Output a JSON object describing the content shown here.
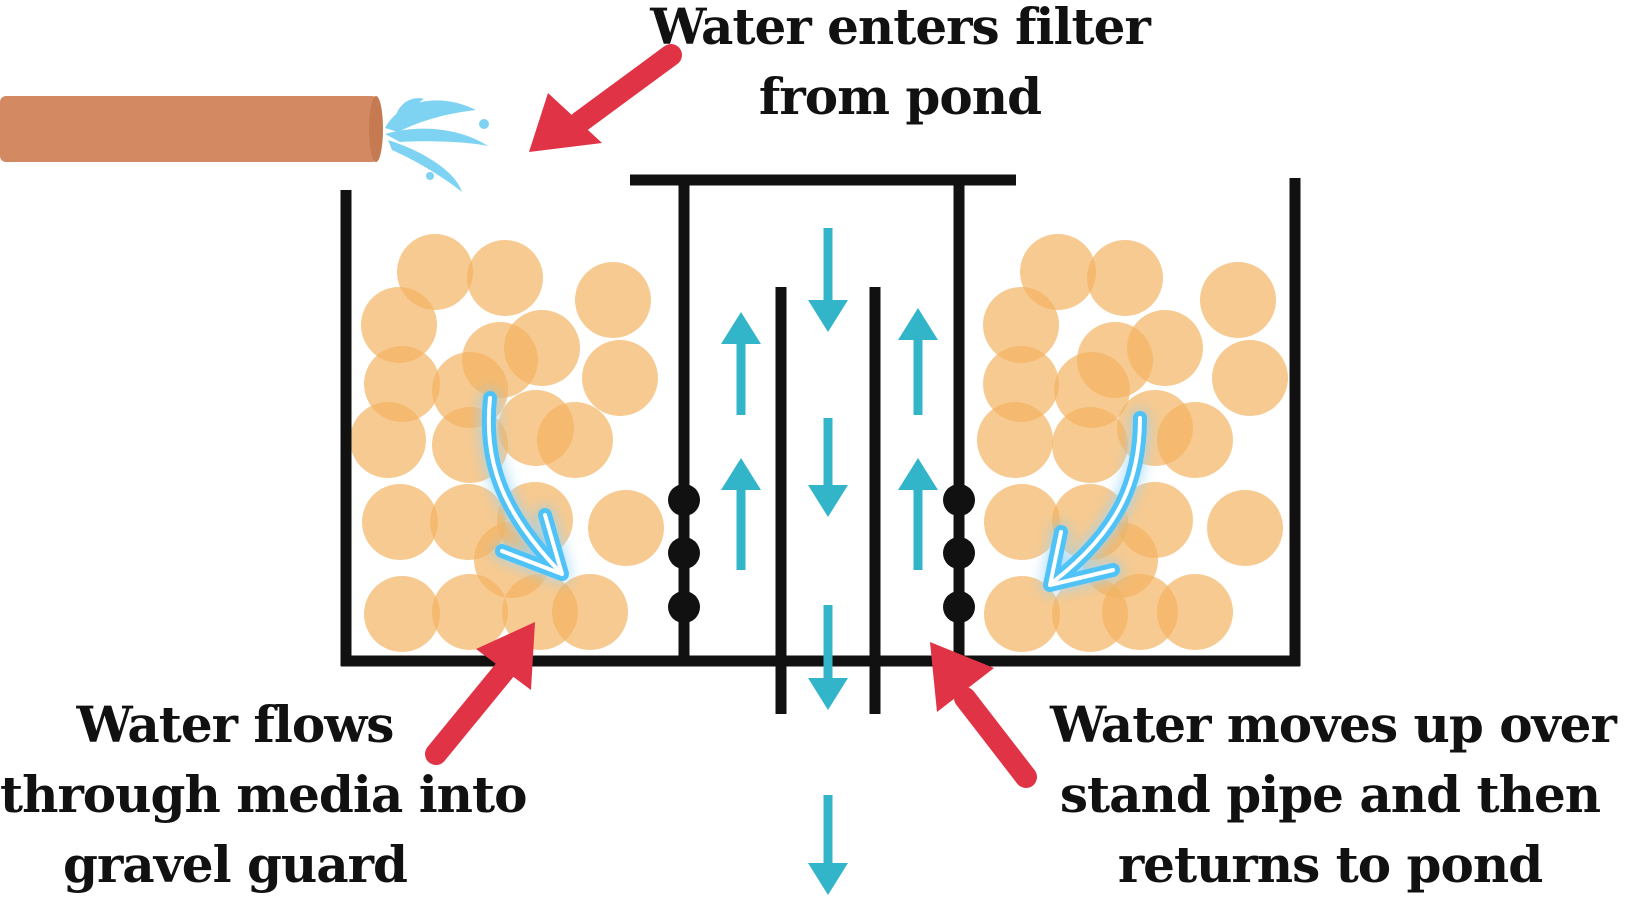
{
  "captions": {
    "inlet": [
      "Water enters filter",
      "from pond"
    ],
    "media": [
      "Water flows",
      "through media into",
      "gravel guard"
    ],
    "return": [
      "Water moves up over",
      "stand pipe and then",
      "returns to pond"
    ]
  },
  "colors": {
    "tank_outline": "#111111",
    "media_ball": "#f3b462",
    "flow_arrow": "#33b5c9",
    "glow_arrow": "#4fc3f7",
    "callout_arrow": "#e03345",
    "inlet_pipe": "#d38a62",
    "water_splash": "#7fd3f2"
  },
  "icons": {
    "inlet_pipe": "pipe-icon",
    "splash": "water-splash-icon",
    "media": "filter-media-ball-icon"
  }
}
